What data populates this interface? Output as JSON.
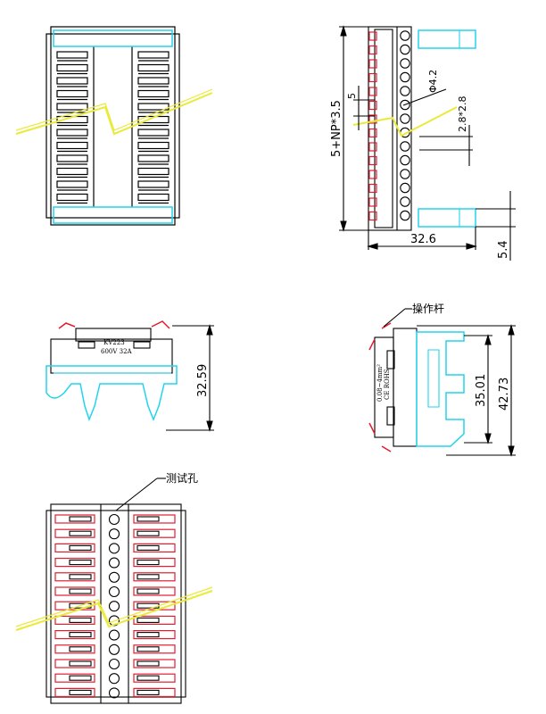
{
  "labels": {
    "lever": "操作杆",
    "test_hole": "测试孔"
  },
  "dimensions": {
    "height_formula": "5+NP*3.5",
    "pitch": "5",
    "hole_dia": "Φ4.2",
    "square": "2.8*2.8",
    "width": "32.6",
    "foot": "5.4",
    "front_height": "32.59",
    "side_inner": "35.01",
    "side_outer": "42.73"
  },
  "markings": {
    "model": "KV223",
    "rating": "600V 32A",
    "side_text_1": "0.08~4mm²",
    "side_text_2": "CE ROHS"
  },
  "colors": {
    "outline": "#000000",
    "rail": "#22d3ee",
    "lever": "#e11d2e",
    "break_line": "#eaea3a"
  }
}
